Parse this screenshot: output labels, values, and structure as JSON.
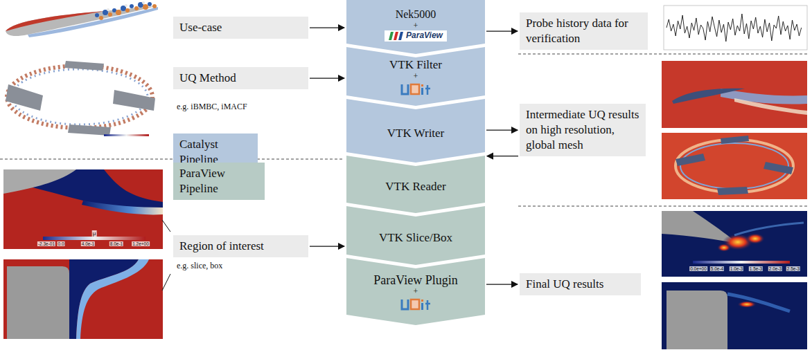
{
  "diagram": {
    "nodes": [
      {
        "text": [
          "Use-case"
        ]
      },
      {
        "text": [
          "Nek5000",
          "+",
          "ParaView"
        ]
      },
      {
        "text": [
          "Probe history data for verification"
        ]
      },
      {
        "text": [
          "UQ Method"
        ]
      },
      {
        "text": [
          "VTK Filter",
          "+"
        ]
      },
      {
        "text": [
          "VTK Writer"
        ]
      },
      {
        "text": [
          "Intermediate UQ results on high resolution, global mesh"
        ]
      },
      {
        "text": [
          "Catalyst Pipeline"
        ]
      },
      {
        "text": [
          "ParaView Pipeline"
        ]
      },
      {
        "text": [
          "VTK Reader"
        ]
      },
      {
        "text": [
          "Region of interest"
        ]
      },
      {
        "text": [
          "VTK Slice/Box"
        ]
      },
      {
        "text": [
          "ParaView Plugin",
          "+"
        ]
      },
      {
        "text": [
          "Final UQ results"
        ]
      }
    ],
    "edges": [
      {
        "from": 0,
        "to": 1,
        "arrow": "to"
      },
      {
        "from": 1,
        "to": 2,
        "arrow": "to"
      },
      {
        "from": 3,
        "to": 4,
        "arrow": "to"
      },
      {
        "from": 5,
        "to": 6,
        "arrow": "to"
      },
      {
        "from": 6,
        "to": 9,
        "arrow": "to"
      },
      {
        "from": 10,
        "to": 11,
        "arrow": "to"
      },
      {
        "from": 12,
        "to": 13,
        "arrow": "to"
      }
    ],
    "labels": [
      "e.g. iBMBC, iMACF",
      "e.g. slice, box",
      "μ",
      "-2.3e-01",
      "0.0",
      "4.0e-1",
      "8.0e-1",
      "1.2e+00",
      "0.0e+00",
      "5.0e-4",
      "1.0e-3",
      "1.5e-3",
      "2.0e-3",
      "2.5e-3"
    ]
  }
}
